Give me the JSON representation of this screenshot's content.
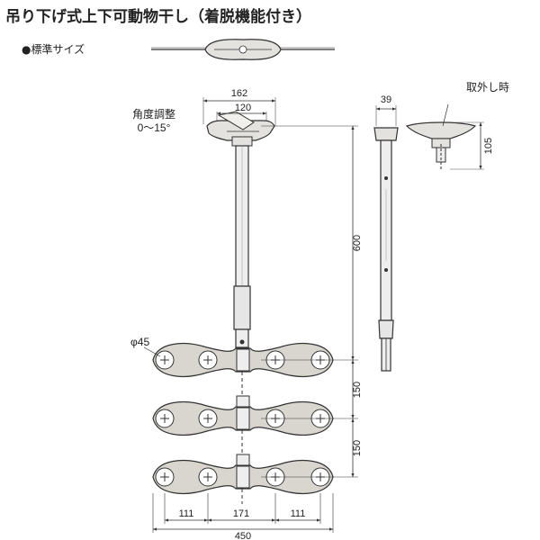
{
  "title": "吊り下げ式上下可動物干し（着脱機能付き）",
  "subtitle": "●標準サイズ",
  "labels": {
    "angle_adjust": "角度調整",
    "angle_range": "0〜15°",
    "removed": "取外し時",
    "diameter": "φ45"
  },
  "dimensions": {
    "top_width": "162",
    "bracket_width": "120",
    "side_width": "39",
    "removed_height": "105",
    "pole_length": "600",
    "spacing_1": "150",
    "spacing_2": "150",
    "bottom_left": "111",
    "bottom_center": "171",
    "bottom_right": "111",
    "total_width": "450"
  },
  "colors": {
    "line": "#333333",
    "hanger_fill": "#d9d6d0",
    "metal_fill": "#e4e2de",
    "pole_fill": "#eeeeee"
  }
}
